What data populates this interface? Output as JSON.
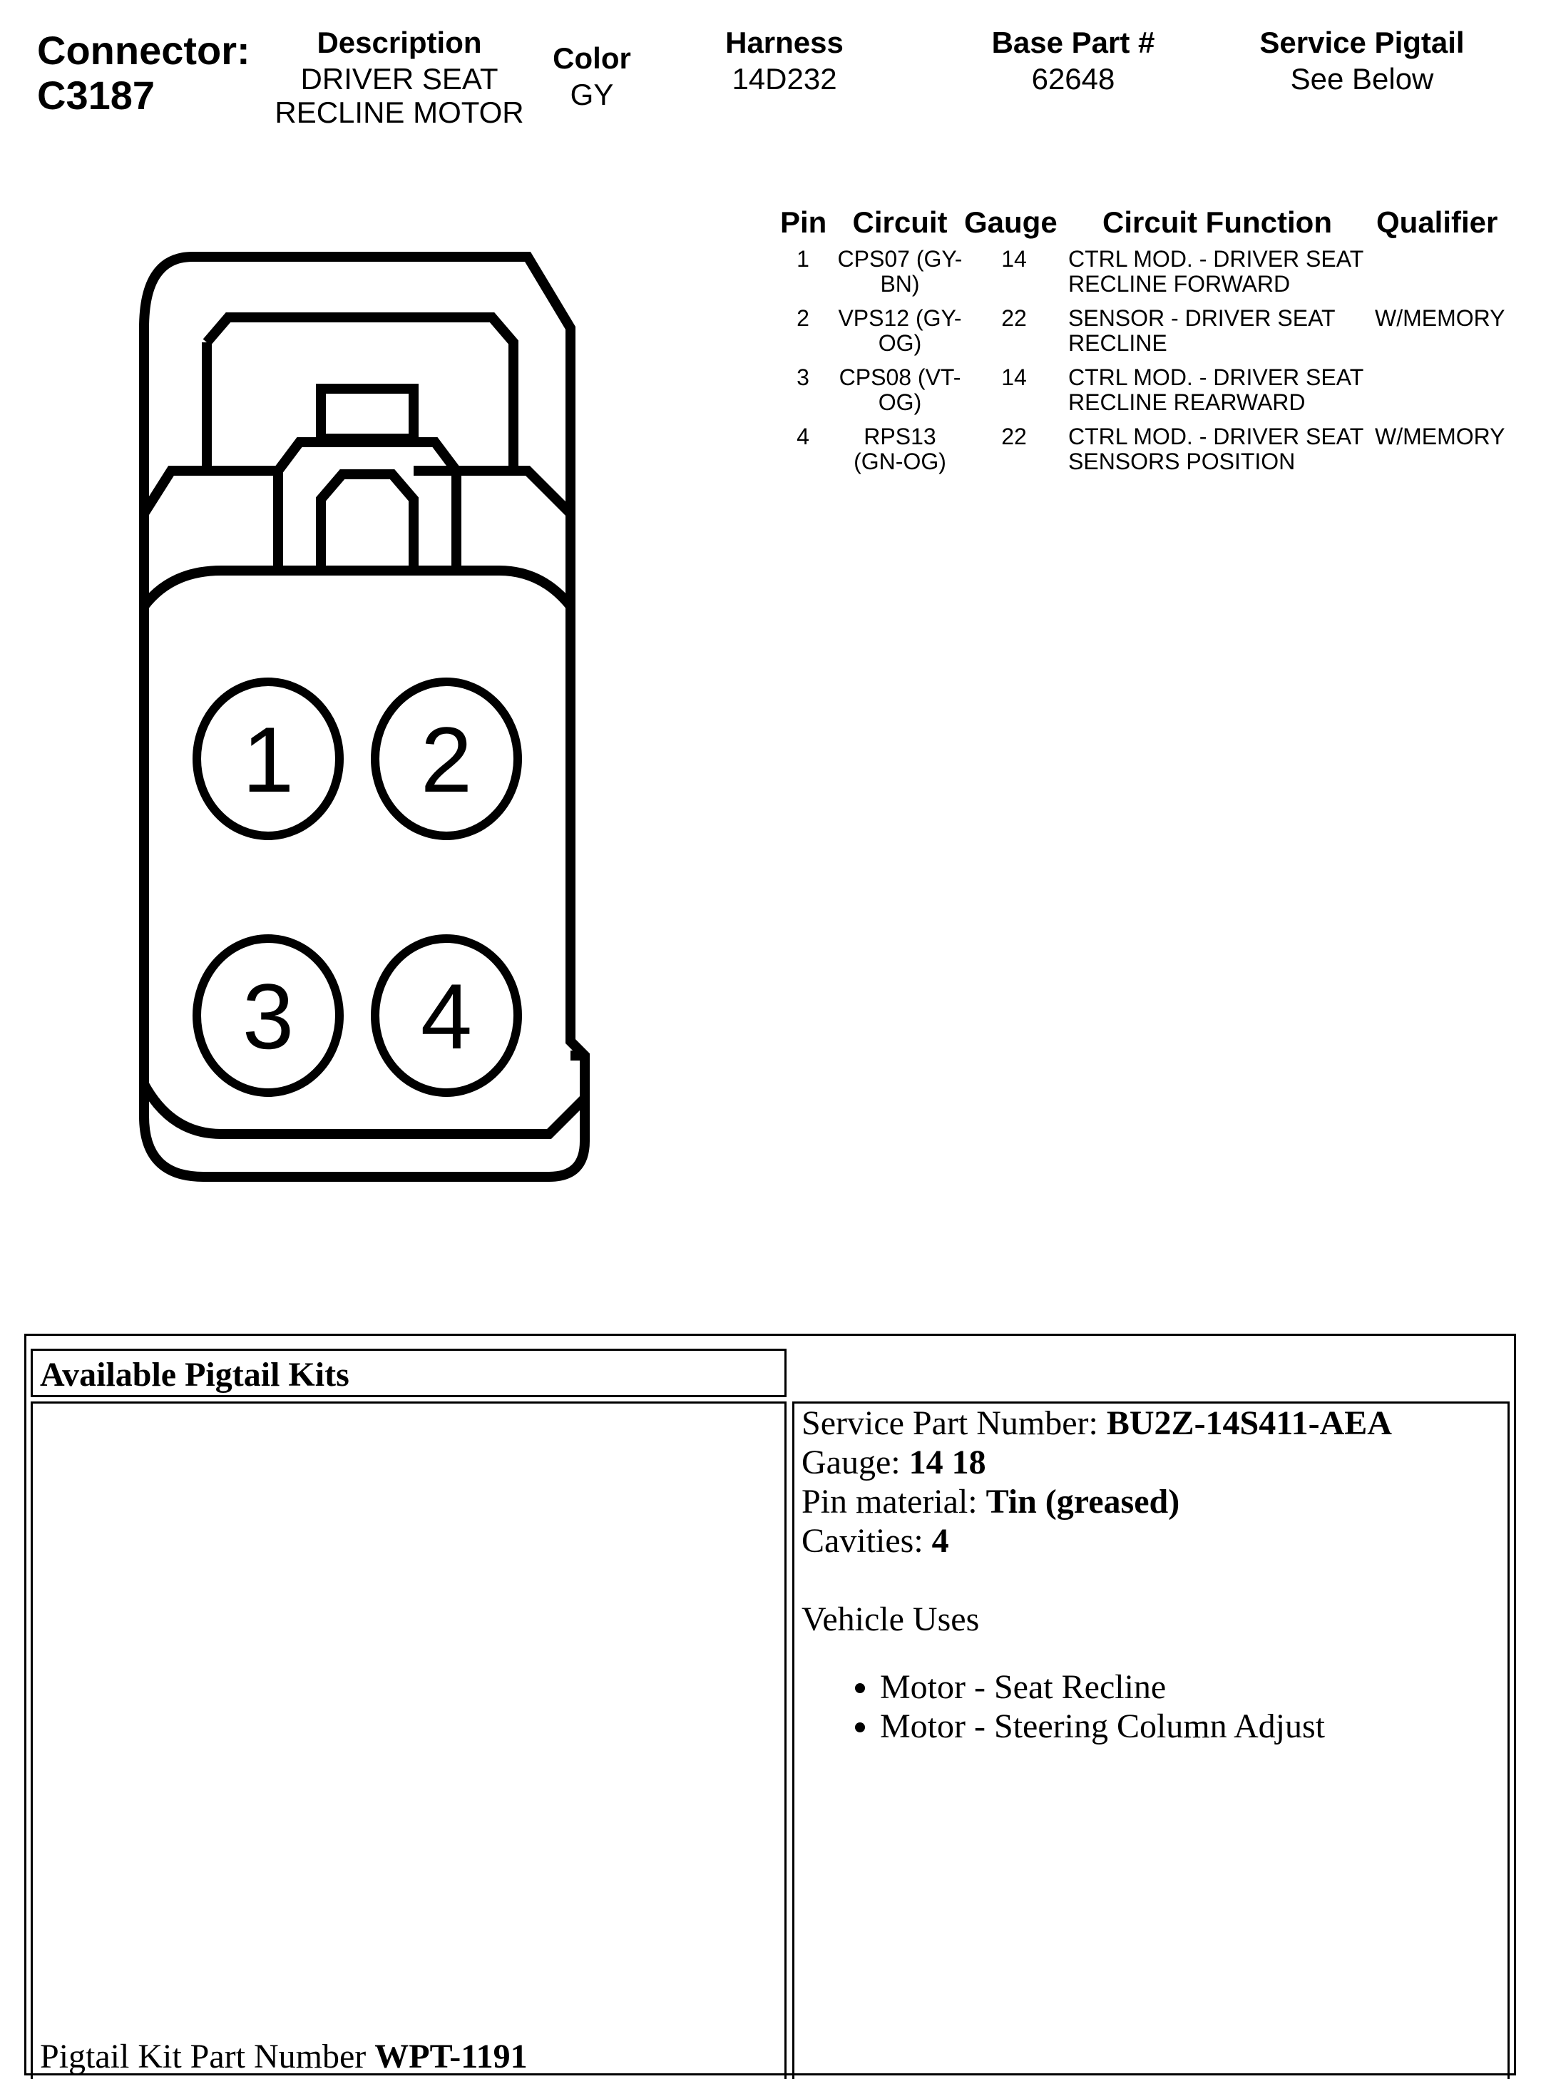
{
  "header": {
    "connector_label": "Connector:",
    "connector_id": "C3187",
    "description_label": "Description",
    "description_line1": "DRIVER SEAT",
    "description_line2": "RECLINE MOTOR",
    "color_label": "Color",
    "color_value": "GY",
    "harness_label": "Harness",
    "harness_value": "14D232",
    "base_part_label": "Base Part #",
    "base_part_value": "62648",
    "service_pigtail_label": "Service Pigtail",
    "service_pigtail_value": "See Below"
  },
  "pin_table": {
    "headers": {
      "pin": "Pin",
      "circuit": "Circuit",
      "gauge": "Gauge",
      "function": "Circuit Function",
      "qualifier": "Qualifier"
    },
    "rows": [
      {
        "pin": "1",
        "circuit1": "CPS07 (GY-",
        "circuit2": "BN)",
        "gauge": "14",
        "function1": "CTRL MOD. - DRIVER SEAT",
        "function2": "RECLINE FORWARD",
        "qualifier": ""
      },
      {
        "pin": "2",
        "circuit1": "VPS12 (GY-",
        "circuit2": "OG)",
        "gauge": "22",
        "function1": "SENSOR - DRIVER SEAT",
        "function2": "RECLINE",
        "qualifier": "W/MEMORY"
      },
      {
        "pin": "3",
        "circuit1": "CPS08 (VT-",
        "circuit2": "OG)",
        "gauge": "14",
        "function1": "CTRL MOD. - DRIVER SEAT",
        "function2": "RECLINE REARWARD",
        "qualifier": ""
      },
      {
        "pin": "4",
        "circuit1": "RPS13",
        "circuit2": "(GN-OG)",
        "gauge": "22",
        "function1": "CTRL MOD. - DRIVER SEAT",
        "function2": "SENSORS POSITION",
        "qualifier": "W/MEMORY"
      }
    ]
  },
  "connector_drawing": {
    "pins": [
      "1",
      "2",
      "3",
      "4"
    ]
  },
  "pigtail": {
    "title": "Available Pigtail Kits",
    "kit_part_label": "Pigtail Kit Part Number ",
    "kit_part_value": "WPT-1191",
    "service_part_label": "Service Part Number: ",
    "service_part_value": "BU2Z-14S411-AEA",
    "gauge_label": "Gauge: ",
    "gauge_value": "14 18",
    "pin_material_label": "Pin material: ",
    "pin_material_value": "Tin (greased)",
    "cavities_label": "Cavities: ",
    "cavities_value": "4",
    "vehicle_uses_label": "Vehicle Uses",
    "vehicle_uses": [
      "Motor - Seat Recline",
      "Motor - Steering Column Adjust"
    ]
  }
}
